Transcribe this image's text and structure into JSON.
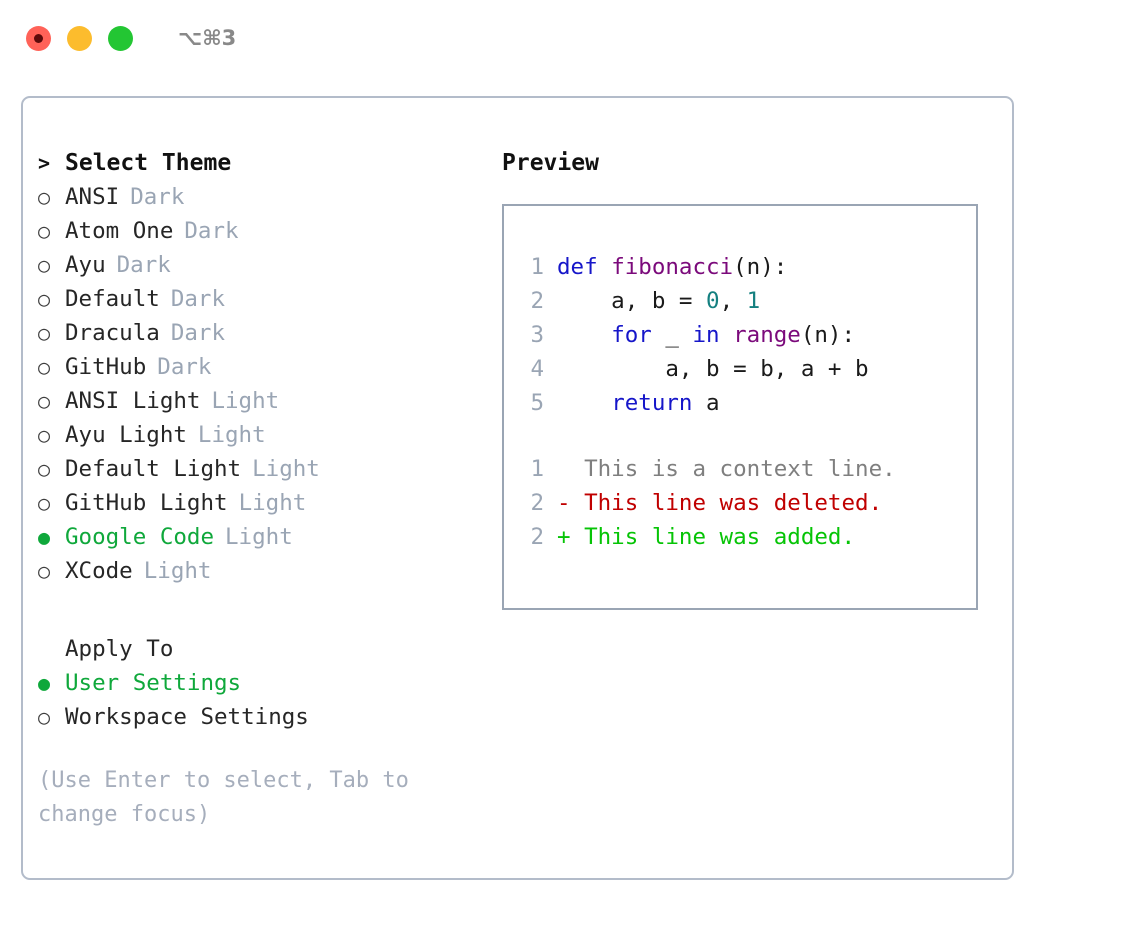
{
  "titlebar": {
    "dots": [
      {
        "name": "close-dot",
        "color": "#ff6258"
      },
      {
        "name": "minimize-dot",
        "color": "#fcbc2d"
      },
      {
        "name": "maximize-dot",
        "color": "#23c633"
      }
    ],
    "shortcut": "⌥⌘3"
  },
  "theme_list": {
    "header_marker": ">",
    "header": "Select Theme",
    "marker_unselected": "○",
    "marker_selected": "●",
    "items": [
      {
        "marker": "○",
        "name": "ANSI",
        "category": "Dark",
        "selected": false
      },
      {
        "marker": "○",
        "name": "Atom One",
        "category": "Dark",
        "selected": false
      },
      {
        "marker": "○",
        "name": "Ayu",
        "category": "Dark",
        "selected": false
      },
      {
        "marker": "○",
        "name": "Default",
        "category": "Dark",
        "selected": false
      },
      {
        "marker": "○",
        "name": "Dracula",
        "category": "Dark",
        "selected": false
      },
      {
        "marker": "○",
        "name": "GitHub",
        "category": "Dark",
        "selected": false
      },
      {
        "marker": "○",
        "name": "ANSI Light",
        "category": "Light",
        "selected": false
      },
      {
        "marker": "○",
        "name": "Ayu Light",
        "category": "Light",
        "selected": false
      },
      {
        "marker": "○",
        "name": "Default Light",
        "category": "Light",
        "selected": false
      },
      {
        "marker": "○",
        "name": "GitHub Light",
        "category": "Light",
        "selected": false
      },
      {
        "marker": "●",
        "name": "Google Code",
        "category": "Light",
        "selected": true
      },
      {
        "marker": "○",
        "name": "XCode",
        "category": "Light",
        "selected": false
      }
    ]
  },
  "apply_to": {
    "title": "Apply To",
    "options": [
      {
        "marker": "●",
        "label": "User Settings",
        "selected": true
      },
      {
        "marker": "○",
        "label": "Workspace Settings",
        "selected": false
      }
    ]
  },
  "hint": "(Use Enter to select, Tab to change focus)",
  "preview": {
    "title": "Preview",
    "code_lines": [
      {
        "number": "1",
        "tokens": [
          {
            "t": "def ",
            "c": "kw"
          },
          {
            "t": "fibonacci",
            "c": "fn"
          },
          {
            "t": "(n):",
            "c": "pln"
          }
        ]
      },
      {
        "number": "2",
        "tokens": [
          {
            "t": "    a, b = ",
            "c": "pln"
          },
          {
            "t": "0",
            "c": "num"
          },
          {
            "t": ", ",
            "c": "pln"
          },
          {
            "t": "1",
            "c": "num"
          }
        ]
      },
      {
        "number": "3",
        "tokens": [
          {
            "t": "    ",
            "c": "pln"
          },
          {
            "t": "for",
            "c": "kw"
          },
          {
            "t": " _ ",
            "c": "pln"
          },
          {
            "t": "in",
            "c": "kw"
          },
          {
            "t": " ",
            "c": "pln"
          },
          {
            "t": "range",
            "c": "fn"
          },
          {
            "t": "(n):",
            "c": "pln"
          }
        ]
      },
      {
        "number": "4",
        "tokens": [
          {
            "t": "        a, b = b, a + b",
            "c": "pln"
          }
        ]
      },
      {
        "number": "5",
        "tokens": [
          {
            "t": "    ",
            "c": "pln"
          },
          {
            "t": "return",
            "c": "kw"
          },
          {
            "t": " a",
            "c": "pln"
          }
        ]
      }
    ],
    "diff_lines": [
      {
        "number": "1",
        "prefix": "  ",
        "text": "This is a context line.",
        "kind": "ctx"
      },
      {
        "number": "2",
        "prefix": "- ",
        "text": "This line was deleted.",
        "kind": "del"
      },
      {
        "number": "2",
        "prefix": "+ ",
        "text": "This line was added.",
        "kind": "add"
      }
    ]
  },
  "colors": {
    "accent_green": "#0fa83b",
    "muted": "#9aa5b4",
    "keyword": "#1616c9",
    "function": "#7b0a7b",
    "number": "#148080",
    "diff_deleted": "#c00000",
    "diff_added": "#06c406",
    "border": "#b3bcca"
  }
}
